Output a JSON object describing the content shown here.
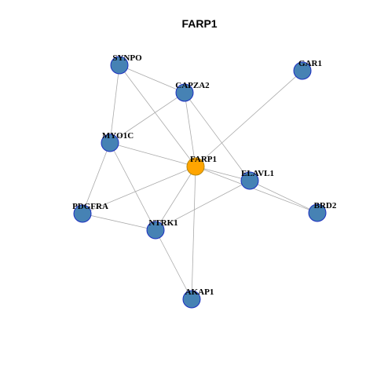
{
  "title": "FARP1",
  "colors": {
    "node_fill": "#4682B4",
    "node_stroke": "#1C2FC0",
    "center_fill": "#FFA500",
    "center_stroke": "#B8860B",
    "edge": "#AAAAAA",
    "background": "#FFFFFF"
  },
  "center_node": "FARP1",
  "nodes": [
    {
      "id": "SYNPO",
      "label": "SYNPO"
    },
    {
      "id": "CAPZA2",
      "label": "CAPZA2"
    },
    {
      "id": "GAR1",
      "label": "GAR1"
    },
    {
      "id": "MYO1C",
      "label": "MYO1C"
    },
    {
      "id": "FARP1",
      "label": "FARP1"
    },
    {
      "id": "ELAVL1",
      "label": "ELAVL1"
    },
    {
      "id": "PDGFRA",
      "label": "PDGFRA"
    },
    {
      "id": "BRD2",
      "label": "BRD2"
    },
    {
      "id": "NTRK1",
      "label": "NTRK1"
    },
    {
      "id": "AKAP1",
      "label": "AKAP1"
    }
  ],
  "edges": [
    [
      "SYNPO",
      "CAPZA2"
    ],
    [
      "SYNPO",
      "MYO1C"
    ],
    [
      "SYNPO",
      "FARP1"
    ],
    [
      "CAPZA2",
      "MYO1C"
    ],
    [
      "CAPZA2",
      "FARP1"
    ],
    [
      "CAPZA2",
      "ELAVL1"
    ],
    [
      "GAR1",
      "FARP1"
    ],
    [
      "MYO1C",
      "FARP1"
    ],
    [
      "MYO1C",
      "PDGFRA"
    ],
    [
      "MYO1C",
      "NTRK1"
    ],
    [
      "FARP1",
      "ELAVL1"
    ],
    [
      "FARP1",
      "PDGFRA"
    ],
    [
      "FARP1",
      "NTRK1"
    ],
    [
      "FARP1",
      "AKAP1"
    ],
    [
      "FARP1",
      "BRD2"
    ],
    [
      "ELAVL1",
      "BRD2"
    ],
    [
      "ELAVL1",
      "NTRK1"
    ],
    [
      "PDGFRA",
      "NTRK1"
    ],
    [
      "NTRK1",
      "AKAP1"
    ]
  ]
}
